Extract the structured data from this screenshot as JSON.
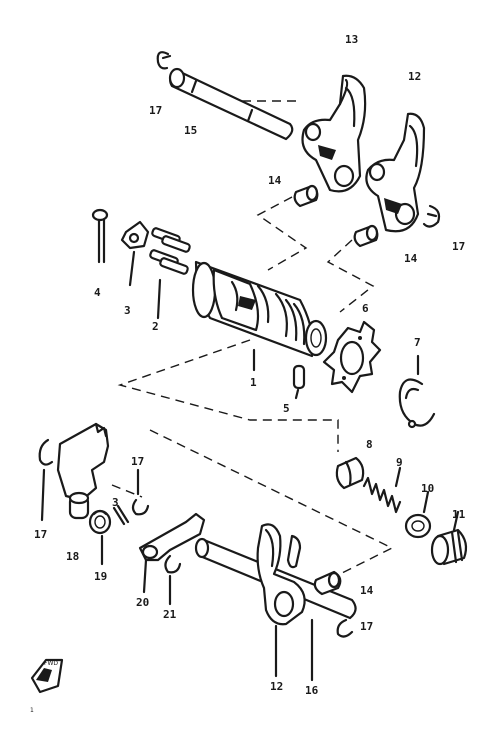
{
  "callouts": [
    {
      "id": "c13a",
      "text": "13"
    },
    {
      "id": "c12a",
      "text": "12"
    },
    {
      "id": "c17a",
      "text": "17"
    },
    {
      "id": "c15a",
      "text": "15"
    },
    {
      "id": "c14a",
      "text": "14"
    },
    {
      "id": "c14b",
      "text": "14"
    },
    {
      "id": "c17b",
      "text": "17"
    },
    {
      "id": "c4",
      "text": "4"
    },
    {
      "id": "c3",
      "text": "3"
    },
    {
      "id": "c2",
      "text": "2"
    },
    {
      "id": "c1",
      "text": "1"
    },
    {
      "id": "c6",
      "text": "6"
    },
    {
      "id": "c5",
      "text": "5"
    },
    {
      "id": "c7",
      "text": "7"
    },
    {
      "id": "c8",
      "text": "8"
    },
    {
      "id": "c9",
      "text": "9"
    },
    {
      "id": "c10",
      "text": "10"
    },
    {
      "id": "c11",
      "text": "11"
    },
    {
      "id": "c17c",
      "text": "17"
    },
    {
      "id": "c17d",
      "text": "17"
    },
    {
      "id": "c18",
      "text": "18"
    },
    {
      "id": "c19",
      "text": "19"
    },
    {
      "id": "c3b",
      "text": "3"
    },
    {
      "id": "c20",
      "text": "20"
    },
    {
      "id": "c21",
      "text": "21"
    },
    {
      "id": "c14c",
      "text": "14"
    },
    {
      "id": "c17e",
      "text": "17"
    },
    {
      "id": "c12b",
      "text": "12"
    },
    {
      "id": "c16",
      "text": "16"
    }
  ],
  "badge": {
    "text": "FWD"
  },
  "corner_mark": {
    "text": "1"
  }
}
